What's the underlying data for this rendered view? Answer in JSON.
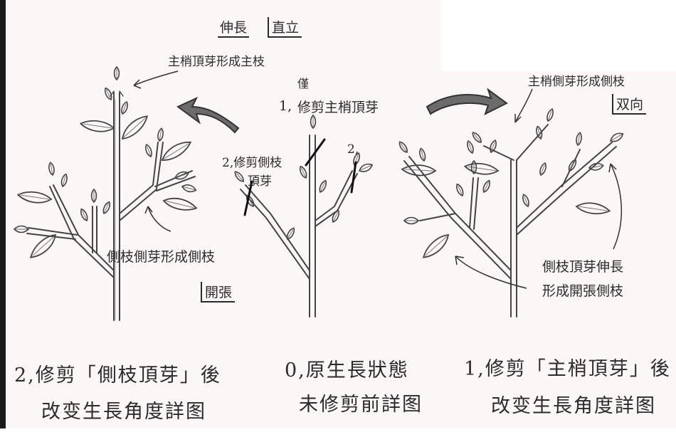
{
  "labels": {
    "left_top_small_a": "伸長",
    "left_top_small_b": "直立",
    "left_main": "主梢頂芽形成主枝",
    "center_step1_prefix": "1,",
    "center_step1_mark": "僅",
    "center_step1": "修剪主梢頂芽",
    "center_step2a": "2,修剪側枝",
    "center_step2b": "頂芽",
    "center_step2_right": "2,",
    "right_main": "主梢側芽形成側枝",
    "right_main_sub": "双向",
    "left_side": "側枝側芽形成側枝",
    "left_side_sub": "開張",
    "right_side_a": "側枝頂芽伸長",
    "right_side_b": "形成開張側枝"
  },
  "captions": {
    "left_line1": "2,修剪「側枝頂芽」後",
    "left_line2": "改变生長角度詳图",
    "center_line1": "0,原生長狀態",
    "center_line2": "未修剪前詳图",
    "right_line1": "1,修剪「主梢頂芽」後",
    "right_line2": "改变生長角度詳图"
  },
  "colors": {
    "ink": "#2b2b2b",
    "paper": "#fbf7f6",
    "arrow_fill": "#6b6b6b"
  }
}
